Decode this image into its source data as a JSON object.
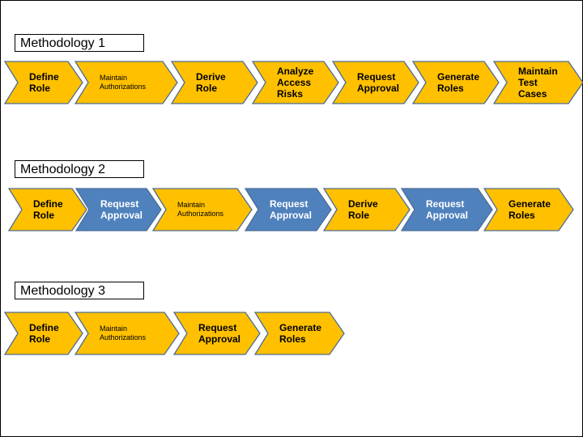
{
  "colors": {
    "yellow": "#ffc000",
    "blue": "#4f81bd",
    "outline": "#4d6d94",
    "text_on_yellow": "#000000",
    "text_on_blue": "#ffffff"
  },
  "methodologies": [
    {
      "title": "Methodology 1",
      "steps": [
        {
          "label": "Define\nRole",
          "color": "yellow",
          "size": "normal"
        },
        {
          "label": "Maintain\nAuthorizations",
          "color": "yellow",
          "size": "small"
        },
        {
          "label": "Derive\nRole",
          "color": "yellow",
          "size": "normal"
        },
        {
          "label": "Analyze\nAccess\nRisks",
          "color": "yellow",
          "size": "normal"
        },
        {
          "label": "Request\nApproval",
          "color": "yellow",
          "size": "normal"
        },
        {
          "label": "Generate\nRoles",
          "color": "yellow",
          "size": "normal"
        },
        {
          "label": "Maintain\nTest\nCases",
          "color": "yellow",
          "size": "normal"
        }
      ]
    },
    {
      "title": "Methodology 2",
      "steps": [
        {
          "label": "Define\nRole",
          "color": "yellow",
          "size": "normal"
        },
        {
          "label": "Request\nApproval",
          "color": "blue",
          "size": "normal"
        },
        {
          "label": "Maintain\nAuthorizations",
          "color": "yellow",
          "size": "small"
        },
        {
          "label": "Request\nApproval",
          "color": "blue",
          "size": "normal"
        },
        {
          "label": "Derive\nRole",
          "color": "yellow",
          "size": "normal"
        },
        {
          "label": "Request\nApproval",
          "color": "blue",
          "size": "normal"
        },
        {
          "label": "Generate\nRoles",
          "color": "yellow",
          "size": "normal"
        }
      ]
    },
    {
      "title": "Methodology 3",
      "steps": [
        {
          "label": "Define\nRole",
          "color": "yellow",
          "size": "normal"
        },
        {
          "label": "Maintain\nAuthorizations",
          "color": "yellow",
          "size": "small"
        },
        {
          "label": "Request\nApproval",
          "color": "yellow",
          "size": "normal"
        },
        {
          "label": "Generate\nRoles",
          "color": "yellow",
          "size": "normal"
        }
      ]
    }
  ]
}
